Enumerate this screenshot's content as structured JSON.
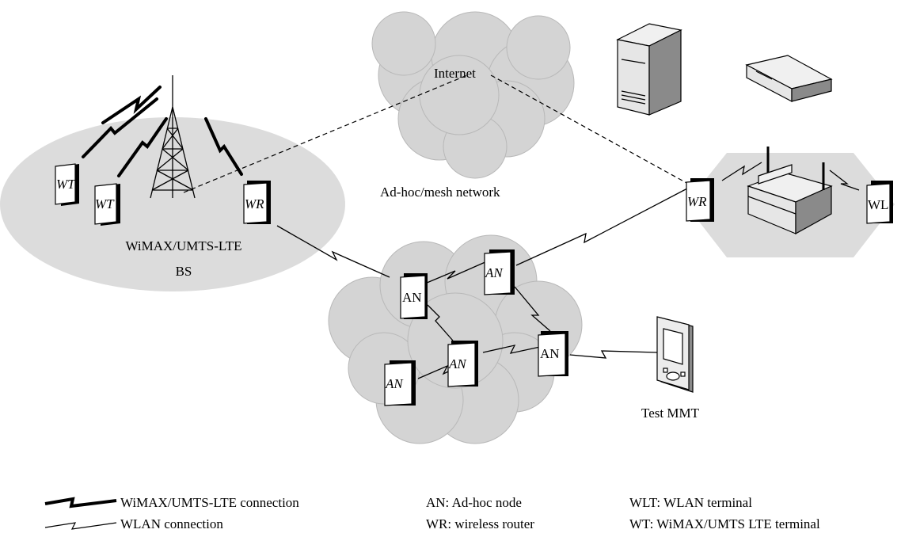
{
  "labels": {
    "internet": "Internet",
    "adhoc": "Ad-hoc/mesh network",
    "bs_line1": "WiMAX/UMTS-LTE",
    "bs_line2": "BS",
    "test_mmt": "Test MMT"
  },
  "nodes": {
    "wt": "WT",
    "wr": "WR",
    "an": "AN",
    "wl": "WL"
  },
  "legend": {
    "wimax_conn": "WiMAX/UMTS-LTE connection",
    "wlan_conn": "WLAN connection",
    "an_def": "AN: Ad-hoc node",
    "wr_def": "WR: wireless router",
    "wlt_def": "WLT: WLAN terminal",
    "wt_def": "WT: WiMAX/UMTS LTE terminal"
  },
  "colors": {
    "cloud": "#d4d4d4",
    "coverage": "#dcdcdc",
    "device_light": "#e6e6e6",
    "device_dark": "#7a7a7a"
  }
}
